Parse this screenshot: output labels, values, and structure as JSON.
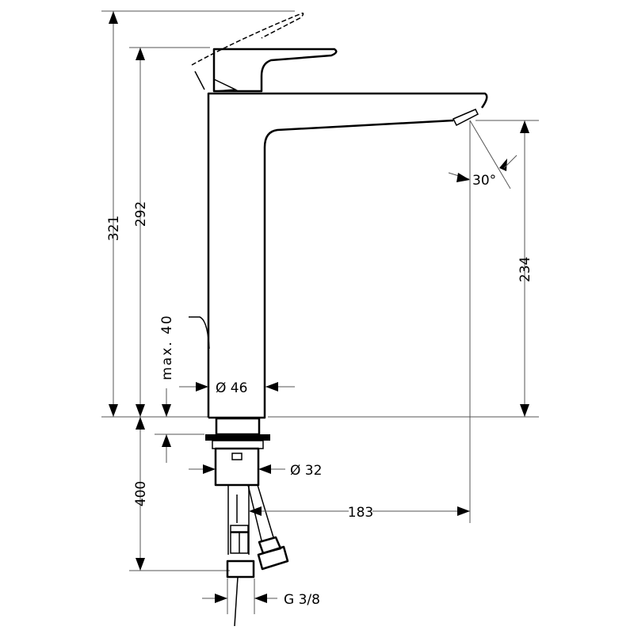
{
  "drawing": {
    "dimensions": {
      "total_height": "321",
      "lever_height": "292",
      "spout_height": "234",
      "max_deck_thickness": "max. 40",
      "body_diameter": "Ø 46",
      "shank_diameter": "Ø 32",
      "below_deck_length": "400",
      "spout_reach": "183",
      "connection_thread": "G 3/8",
      "spray_angle": "30°"
    },
    "colors": {
      "line": "#000000",
      "dimension_line": "#555555",
      "background": "#ffffff"
    }
  }
}
